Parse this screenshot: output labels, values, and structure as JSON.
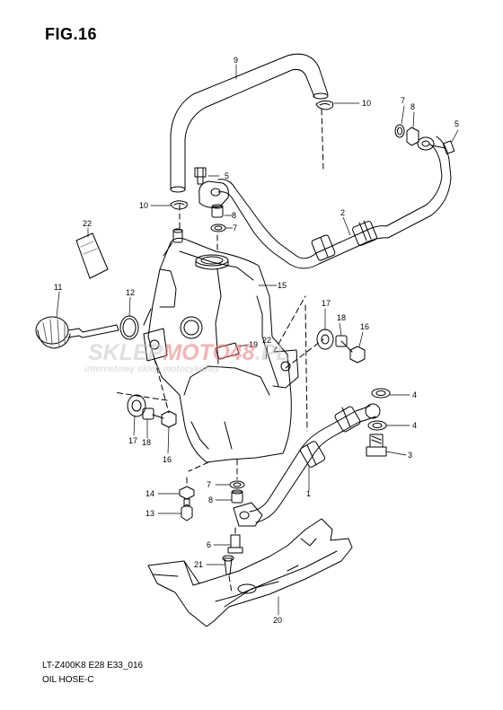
{
  "figure": {
    "title": "FIG.16",
    "model_code": "LT-Z400K8 E28 E33_016",
    "section_name": "OIL HOSE-C"
  },
  "watermark": {
    "brand_part1": "SKLEP",
    "brand_part2": "MOTO",
    "brand_part3": "48",
    "brand_part4": ".PL",
    "tagline": "internetowy sklep motocyklowy",
    "color_grey": "#c8c8c8",
    "color_red": "#e87a7a"
  },
  "callouts": [
    {
      "id": "c-9",
      "label": "9"
    },
    {
      "id": "c-10a",
      "label": "10"
    },
    {
      "id": "c-7a",
      "label": "7"
    },
    {
      "id": "c-8a",
      "label": "8"
    },
    {
      "id": "c-5a",
      "label": "5"
    },
    {
      "id": "c-5b",
      "label": "5"
    },
    {
      "id": "c-10b",
      "label": "10"
    },
    {
      "id": "c-8b",
      "label": "8"
    },
    {
      "id": "c-7b",
      "label": "7"
    },
    {
      "id": "c-2",
      "label": "2"
    },
    {
      "id": "c-22a",
      "label": "22"
    },
    {
      "id": "c-15",
      "label": "15"
    },
    {
      "id": "c-11",
      "label": "11"
    },
    {
      "id": "c-12",
      "label": "12"
    },
    {
      "id": "c-17a",
      "label": "17"
    },
    {
      "id": "c-18a",
      "label": "18"
    },
    {
      "id": "c-16a",
      "label": "16"
    },
    {
      "id": "c-19",
      "label": "19"
    },
    {
      "id": "c-22b",
      "label": "22"
    },
    {
      "id": "c-4a",
      "label": "4"
    },
    {
      "id": "c-4b",
      "label": "4"
    },
    {
      "id": "c-3",
      "label": "3"
    },
    {
      "id": "c-17b",
      "label": "17"
    },
    {
      "id": "c-18b",
      "label": "18"
    },
    {
      "id": "c-16b",
      "label": "16"
    },
    {
      "id": "c-1",
      "label": "1"
    },
    {
      "id": "c-7c",
      "label": "7"
    },
    {
      "id": "c-14",
      "label": "14"
    },
    {
      "id": "c-8c",
      "label": "8"
    },
    {
      "id": "c-13",
      "label": "13"
    },
    {
      "id": "c-6",
      "label": "6"
    },
    {
      "id": "c-21",
      "label": "21"
    },
    {
      "id": "c-20",
      "label": "20"
    }
  ]
}
